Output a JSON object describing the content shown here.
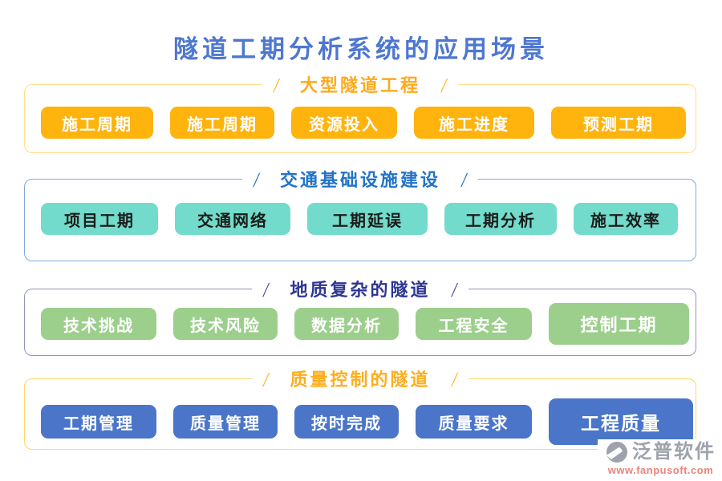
{
  "page": {
    "title": "隧道工期分析系统的应用场景"
  },
  "decor": {
    "slash": "/"
  },
  "palette": {
    "title_color": "#4E77D0",
    "section_accents": [
      "#FFA91C",
      "#2273C8",
      "#2D3692",
      "#FFAD1C"
    ],
    "section_borders": [
      "#FFDE8C",
      "#82A9DD",
      "#9094BB",
      "#FFD866"
    ],
    "button_backgrounds": [
      "#FFB30D",
      "#72DBCB",
      "#9CCF8C",
      "#4A75C9"
    ],
    "brand_gray": "#9DA2AC",
    "brand_url_color": "#E8857C"
  },
  "sections": [
    {
      "header": "大型隧道工程",
      "buttons": [
        "施工周期",
        "施工周期",
        "资源投入",
        "施工进度",
        "预测工期"
      ]
    },
    {
      "header": "交通基础设施建设",
      "buttons": [
        "项目工期",
        "交通网络",
        "工期延误",
        "工期分析",
        "施工效率"
      ]
    },
    {
      "header": "地质复杂的隧道",
      "buttons": [
        "技术挑战",
        "技术风险",
        "数据分析",
        "工程安全",
        "控制工期"
      ]
    },
    {
      "header": "质量控制的隧道",
      "buttons": [
        "工期管理",
        "质量管理",
        "按时完成",
        "质量要求",
        "工程质量"
      ]
    }
  ],
  "footer": {
    "brand": "泛普软件",
    "url": "www.fanpusoft.com"
  }
}
